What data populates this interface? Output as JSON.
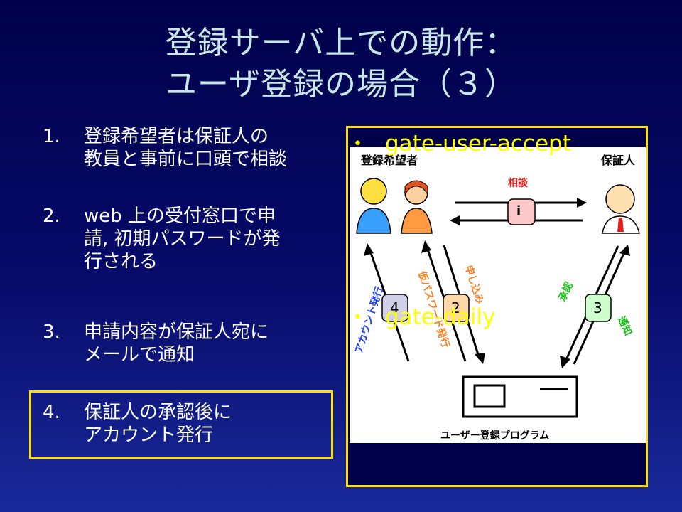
{
  "title": {
    "line1": "登録サーバ上での動作：",
    "line2": "ユーザ登録の場合（３）"
  },
  "steps": [
    {
      "num": "1.",
      "line1": "登録希望者は保証人の",
      "line2": "教員と事前に口頭で相談"
    },
    {
      "num": "2.",
      "line1": "web 上の受付窓口で申",
      "line2": "請, 初期パスワードが発",
      "line3": "行される"
    },
    {
      "num": "3.",
      "line1": "申請内容が保証人宛に",
      "line2": "メールで通知"
    },
    {
      "num": "4.",
      "line1": "保証人の承認後に",
      "line2": "アカウント発行"
    }
  ],
  "diagram": {
    "bullet1": "gate-user-accept",
    "bullet2": "gate-daily",
    "applicant_label": "登録希望者",
    "guarantor_label": "保証人",
    "consult_label": "相談",
    "consult_badge": "i",
    "step2_badge": "2",
    "step3_badge": "3",
    "step4_badge": "4",
    "program_label": "ユーザー登録プログラム",
    "arrow_apply": "申し込み",
    "arrow_password": "仮パスワード発行",
    "arrow_account": "アカウント発行",
    "arrow_approve": "承認",
    "arrow_contact": "通知"
  },
  "colors": {
    "title": "#c8e8e8",
    "accent_yellow": "#ffe000",
    "background_top": "#00004a",
    "background_bottom": "#1a2a9a"
  }
}
